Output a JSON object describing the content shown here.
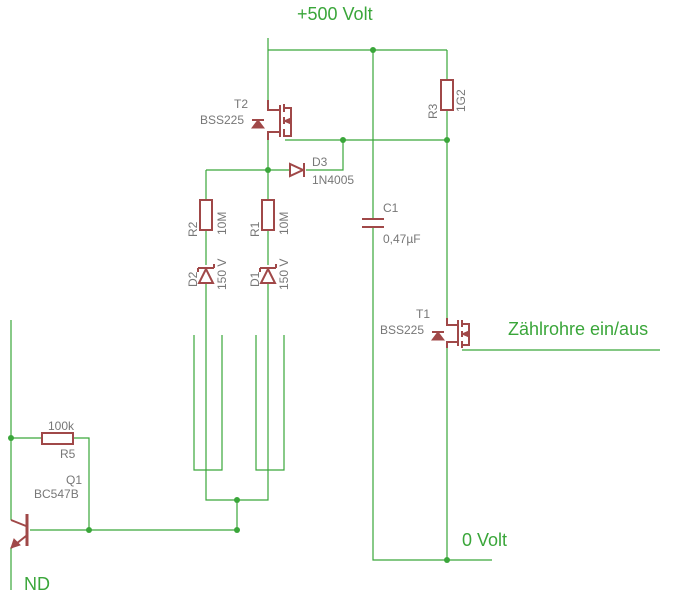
{
  "nets": {
    "supply": "+500 Volt",
    "ground": "0 Volt",
    "output": "Zählrohre ein/aus",
    "input": "ND"
  },
  "parts": {
    "T2": {
      "ref": "T2",
      "value": "BSS225"
    },
    "T1": {
      "ref": "T1",
      "value": "BSS225"
    },
    "R3": {
      "ref": "R3",
      "value": "1G2"
    },
    "D3": {
      "ref": "D3",
      "value": "1N4005"
    },
    "C1": {
      "ref": "C1",
      "value": "0,47µF"
    },
    "R2": {
      "ref": "R2",
      "value": "10M"
    },
    "R1": {
      "ref": "R1",
      "value": "10M"
    },
    "D2": {
      "ref": "D2",
      "value": "150 V"
    },
    "D1": {
      "ref": "D1",
      "value": "150 V"
    },
    "R5": {
      "ref": "R5",
      "value": "100k"
    },
    "Q1": {
      "ref": "Q1",
      "value": "BC547B"
    }
  },
  "colors": {
    "wire": "#3aa63a",
    "part": "#a04848",
    "label": "#777777"
  }
}
